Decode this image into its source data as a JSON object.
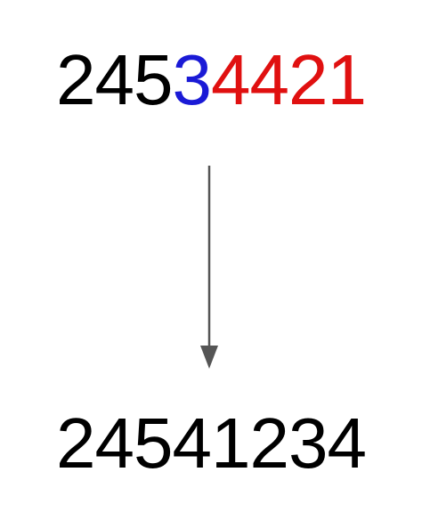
{
  "top_number": {
    "digits": [
      {
        "text": "2",
        "color": "#000000"
      },
      {
        "text": "4",
        "color": "#000000"
      },
      {
        "text": "5",
        "color": "#000000"
      },
      {
        "text": "3",
        "color": "#1a1ad6"
      },
      {
        "text": "4",
        "color": "#e01010"
      },
      {
        "text": "4",
        "color": "#e01010"
      },
      {
        "text": "2",
        "color": "#e01010"
      },
      {
        "text": "1",
        "color": "#e01010"
      }
    ]
  },
  "bottom_number": {
    "text": "24541234",
    "color": "#000000"
  },
  "arrow": {
    "color": "#555555",
    "icon": "arrow-down-icon"
  }
}
